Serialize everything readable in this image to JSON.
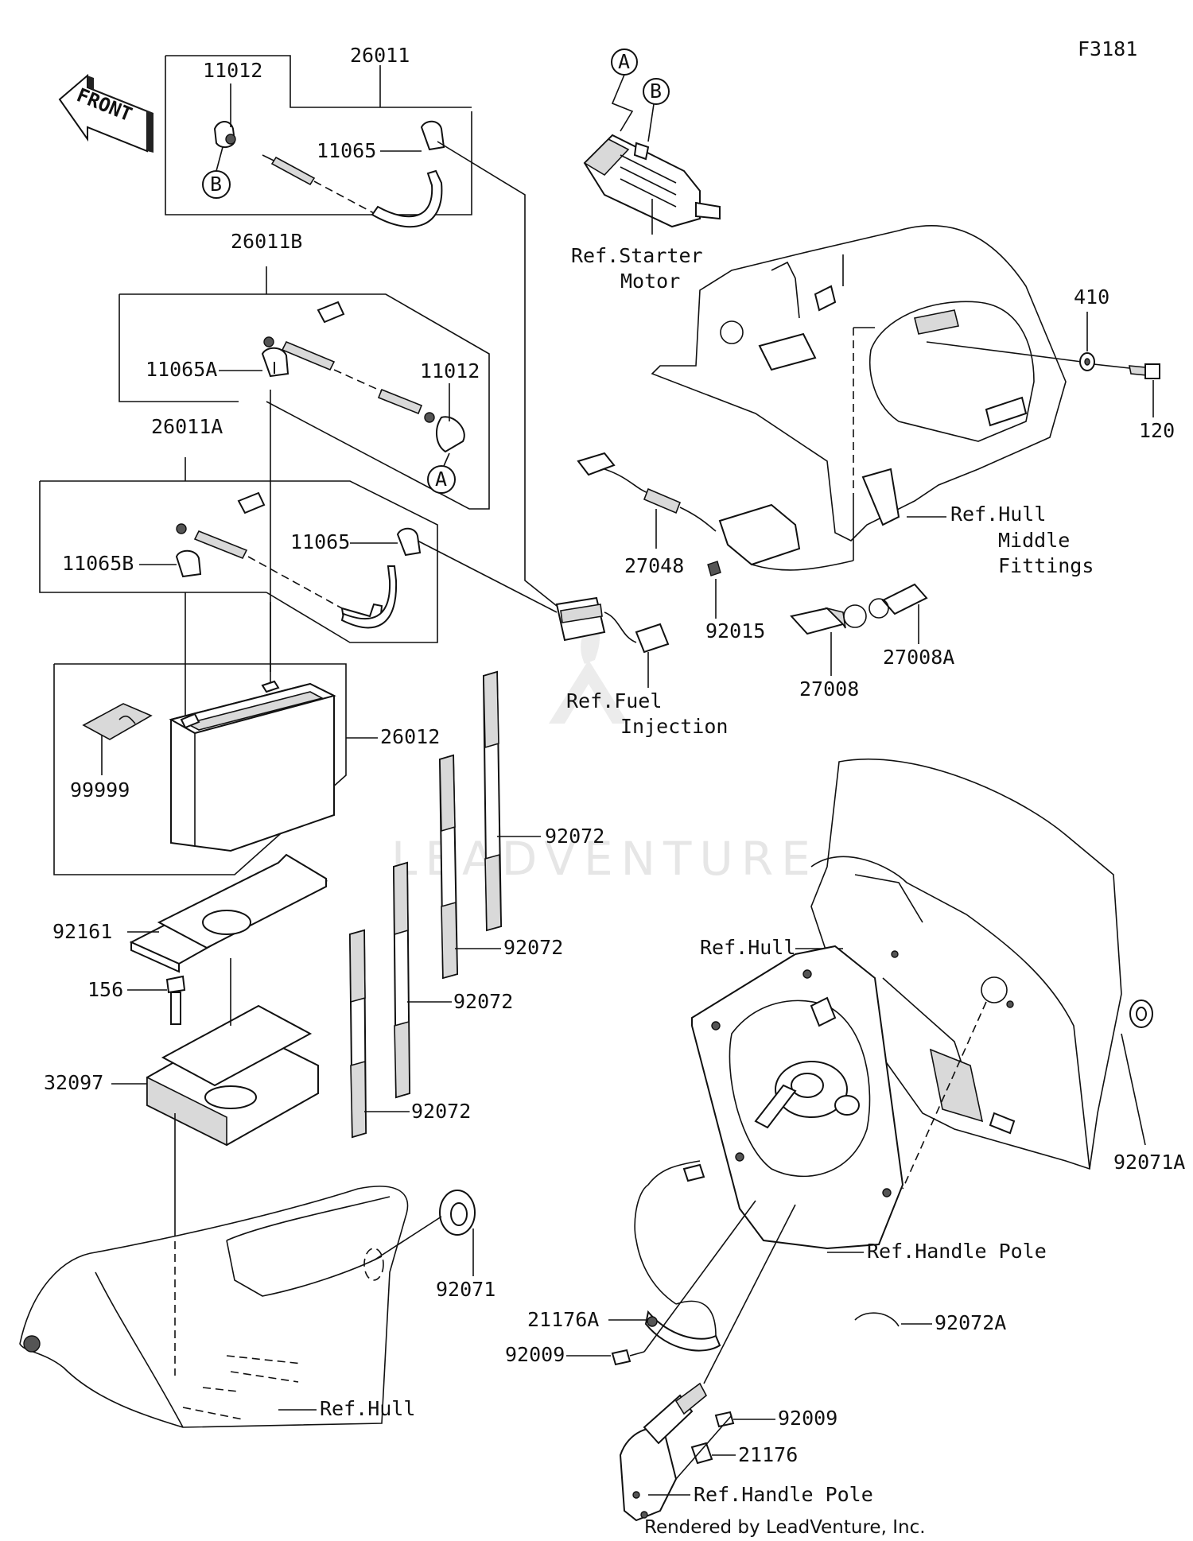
{
  "diagram_code": "F3181",
  "front_label": "FRONT",
  "watermark": "LEADVENTURE",
  "credit": "Rendered by LeadVenture, Inc.",
  "callouts": {
    "a": "A",
    "b": "B"
  },
  "parts": {
    "p26011": "26011",
    "p11012_top": "11012",
    "p11065_top": "11065",
    "p26011B": "26011B",
    "p11065A": "11065A",
    "p11012_mid": "11012",
    "p26011A": "26011A",
    "p11065_mid": "11065",
    "p11065B": "11065B",
    "p26012": "26012",
    "p99999": "99999",
    "p92161": "92161",
    "p156": "156",
    "p32097": "32097",
    "p92072_1": "92072",
    "p92072_2": "92072",
    "p92072_3": "92072",
    "p92072_4": "92072",
    "p92071": "92071",
    "p27048": "27048",
    "p92015": "92015",
    "p27008": "27008",
    "p27008A": "27008A",
    "p410": "410",
    "p120": "120",
    "p92071A": "92071A",
    "p92072A": "92072A",
    "p21176A": "21176A",
    "p92009_1": "92009",
    "p92009_2": "92009",
    "p21176": "21176"
  },
  "references": {
    "starter_motor_1": "Ref.Starter",
    "starter_motor_2": "Motor",
    "hull_middle_1": "Ref.Hull",
    "hull_middle_2": "Middle",
    "hull_middle_3": "Fittings",
    "fuel_injection_1": "Ref.Fuel",
    "fuel_injection_2": "Injection",
    "hull_right": "Ref.Hull",
    "hull_bottom": "Ref.Hull",
    "handle_pole_1": "Ref.Handle Pole",
    "handle_pole_2": "Ref.Handle Pole"
  }
}
